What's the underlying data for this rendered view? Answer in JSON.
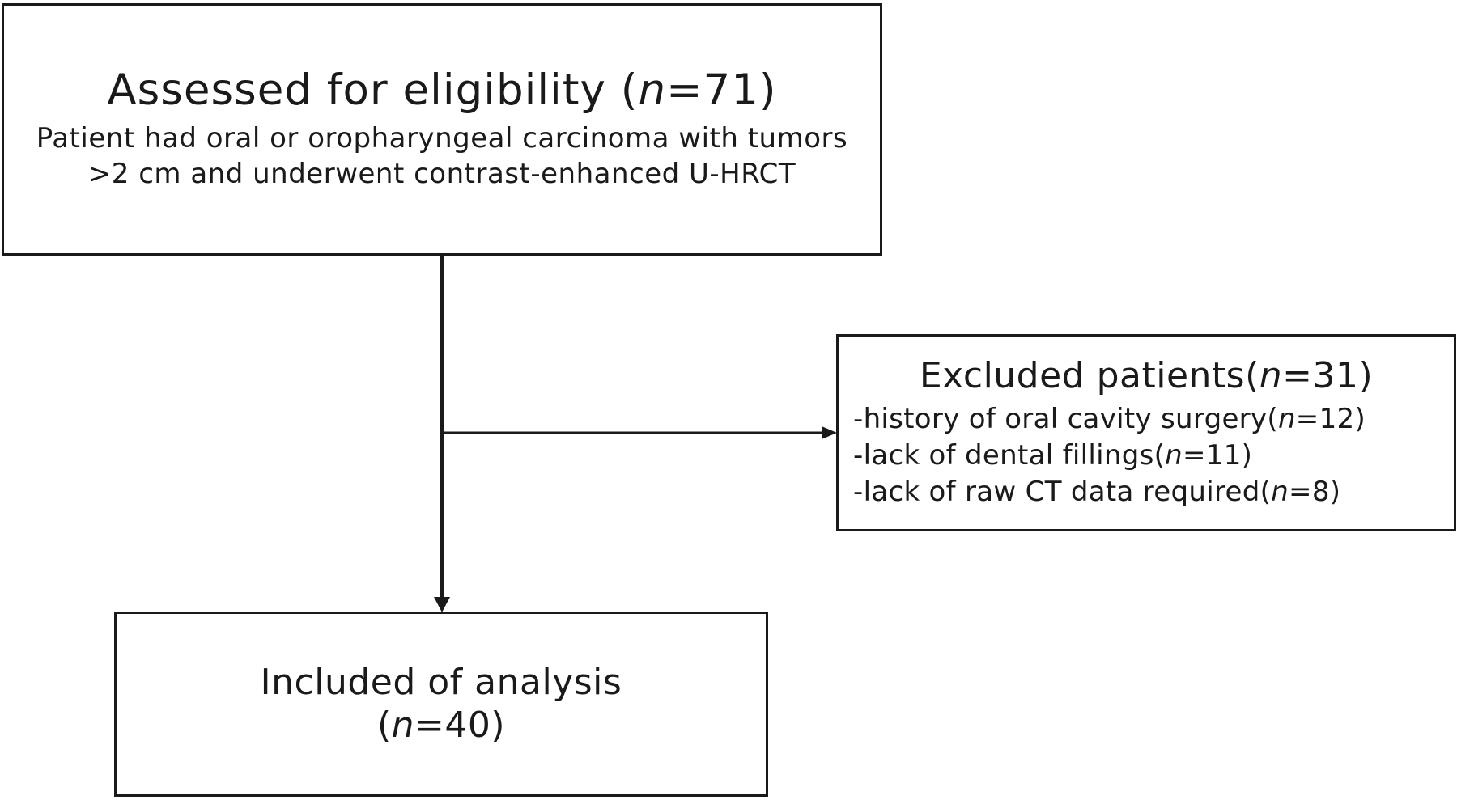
{
  "assessed": {
    "title": "Assessed for eligibility",
    "count_open": "(",
    "n": "n",
    "count_value": "=71)",
    "description_line1": "Patient had oral or oropharyngeal carcinoma with tumors",
    "description_line2": ">2 cm and underwent contrast-enhanced U-HRCT"
  },
  "excluded": {
    "title": "Excluded patients(",
    "n": "n",
    "count_value": "=31)",
    "items": [
      {
        "text": "-history of oral cavity surgery(",
        "n": "n",
        "count": "=12)"
      },
      {
        "text": "-lack of dental fillings(",
        "n": "n",
        "count": "=11)"
      },
      {
        "text": "-lack of raw CT data required(",
        "n": "n",
        "count": "=8)"
      }
    ]
  },
  "included": {
    "title": "Included of analysis",
    "count_open": "(",
    "n": "n",
    "count_value": "=40)"
  }
}
